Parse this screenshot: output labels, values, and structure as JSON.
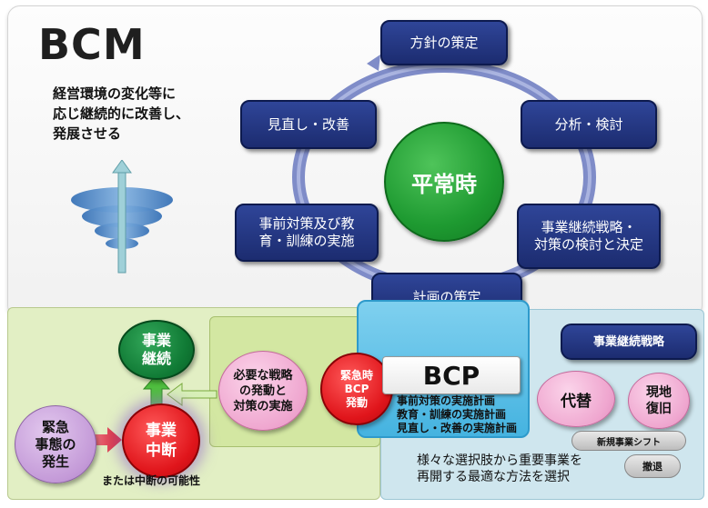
{
  "title": "BCM",
  "description": "経営環境の変化等に\n応じ継続的に改善し、\n発展させる",
  "cycle": {
    "center": "平常時",
    "steps": [
      "方針の策定",
      "分析・検討",
      "事業継続戦略・\n対策の検討と決定",
      "計画の策定",
      "事前対策及び教\n育・訓練の実施",
      "見直し・改善"
    ]
  },
  "emergency": {
    "occurrence": "緊急\n事態の\n発生",
    "interruption": "事業\n中断",
    "interruption_note": "または中断の可能性",
    "continuity": "事業\n継続",
    "strategy_action": "必要な戦略\nの発動と\n対策の実施",
    "bcp_activation": "緊急時\nBCP\n発動"
  },
  "bcp": {
    "label": "BCP",
    "items": [
      "事前対策の実施計画",
      "教育・訓練の実施計画",
      "見直し・改善の実施計画"
    ]
  },
  "strategy": {
    "header": "事業継続戦略",
    "option_substitute": "代替",
    "option_restore": "現地\n復旧",
    "option_shift": "新規事業シフト",
    "option_withdraw": "撤退",
    "summary": "様々な選択肢から重要事業を\n再開する最適な方法を選択"
  },
  "colors": {
    "navy_box": "#2f4598",
    "green_center": "#1e9a31",
    "red_emergency": "#e0151b",
    "green_continuity": "#107a35",
    "panel_green": "#e2efc4",
    "panel_blue": "#cfe6ee",
    "panel_cyan": "#45b3e0"
  }
}
